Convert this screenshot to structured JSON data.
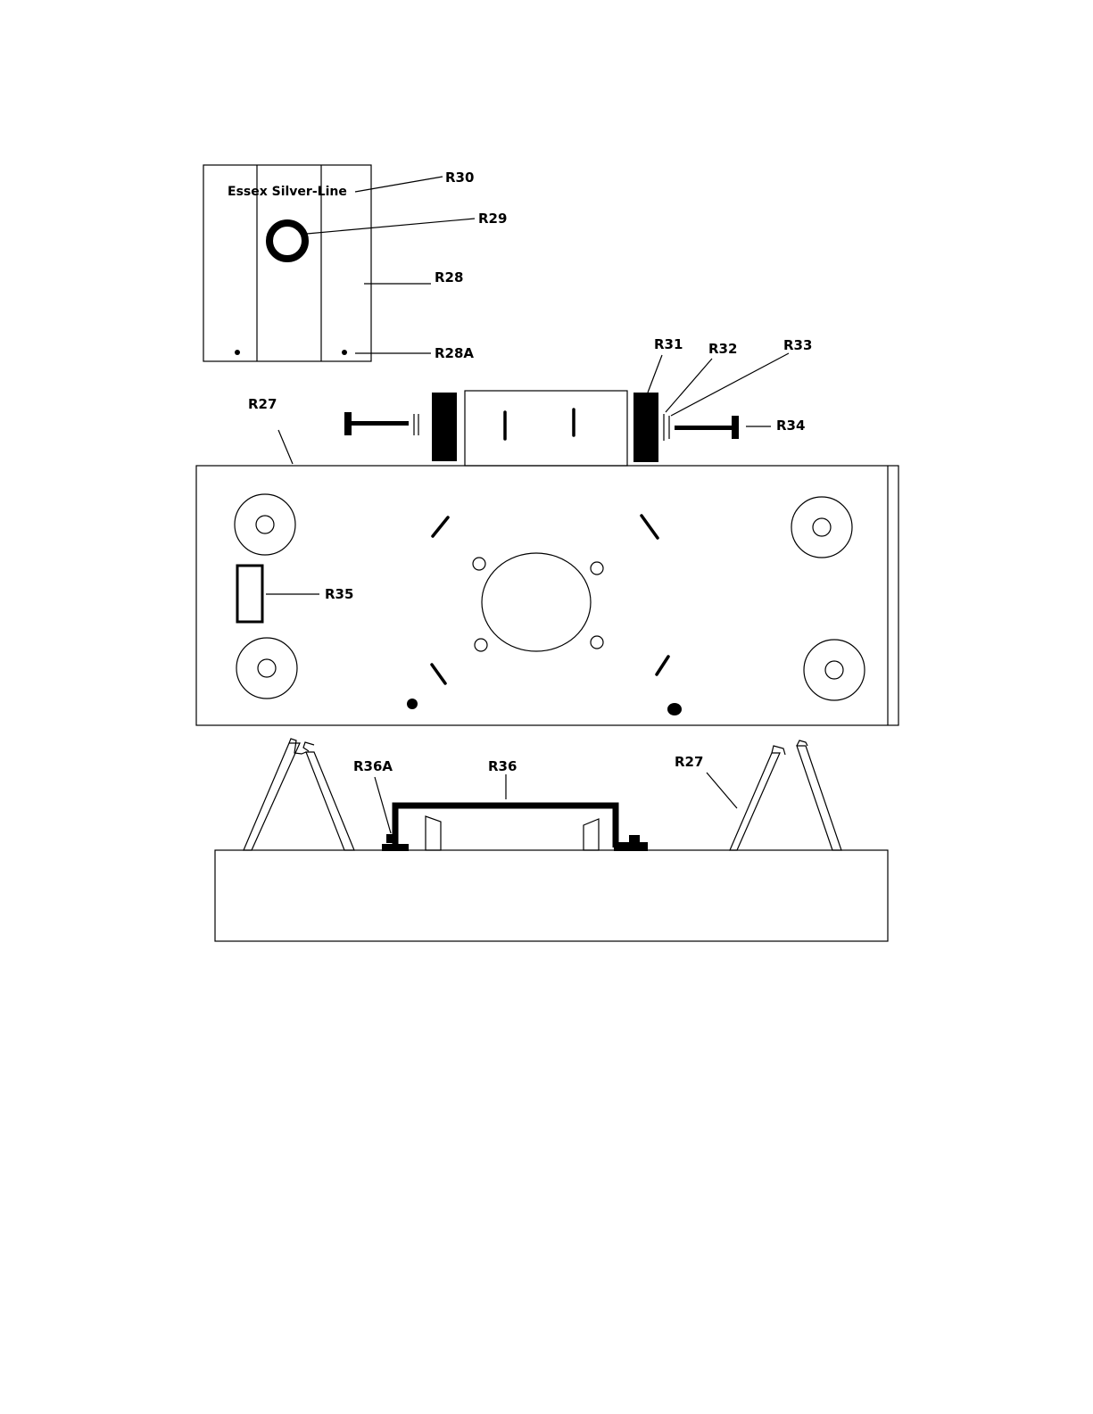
{
  "brand_text": "Essex Silver-Line",
  "labels": {
    "r30": "R30",
    "r29": "R29",
    "r28": "R28",
    "r28a": "R28A",
    "r27_top": "R27",
    "r31": "R31",
    "r32": "R32",
    "r33": "R33",
    "r34": "R34",
    "r35": "R35",
    "r36a": "R36A",
    "r36": "R36",
    "r27_bottom": "R27"
  }
}
